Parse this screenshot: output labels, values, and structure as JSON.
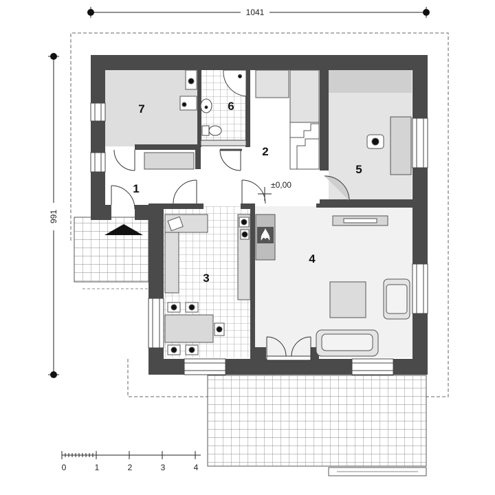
{
  "dimensions": {
    "width_label": "1041",
    "depth_label": "991"
  },
  "rooms": [
    {
      "id": "1",
      "label": "1"
    },
    {
      "id": "2",
      "label": "2"
    },
    {
      "id": "3",
      "label": "3"
    },
    {
      "id": "4",
      "label": "4"
    },
    {
      "id": "5",
      "label": "5"
    },
    {
      "id": "6",
      "label": "6"
    },
    {
      "id": "7",
      "label": "7"
    }
  ],
  "level_mark": "±0,00",
  "scale_bar": {
    "ticks": [
      "0",
      "1",
      "2",
      "3",
      "4"
    ]
  },
  "colors": {
    "wall": "#4a4a4a",
    "floor": "#eeeeee",
    "tile": "#999999",
    "dashed": "#666666"
  }
}
